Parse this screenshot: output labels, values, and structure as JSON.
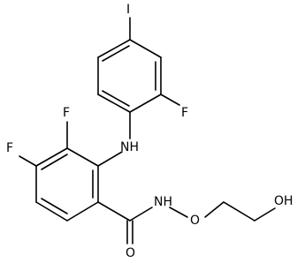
{
  "molecule": {
    "atoms": {
      "iodine": "I",
      "fluorine_top_ring": "F",
      "amine": "NH",
      "fluorine_3": "F",
      "fluorine_4": "F",
      "amide_nh": "NH",
      "ether_oxygen": "O",
      "carbonyl_oxygen": "O",
      "hydroxyl": "OH"
    }
  }
}
